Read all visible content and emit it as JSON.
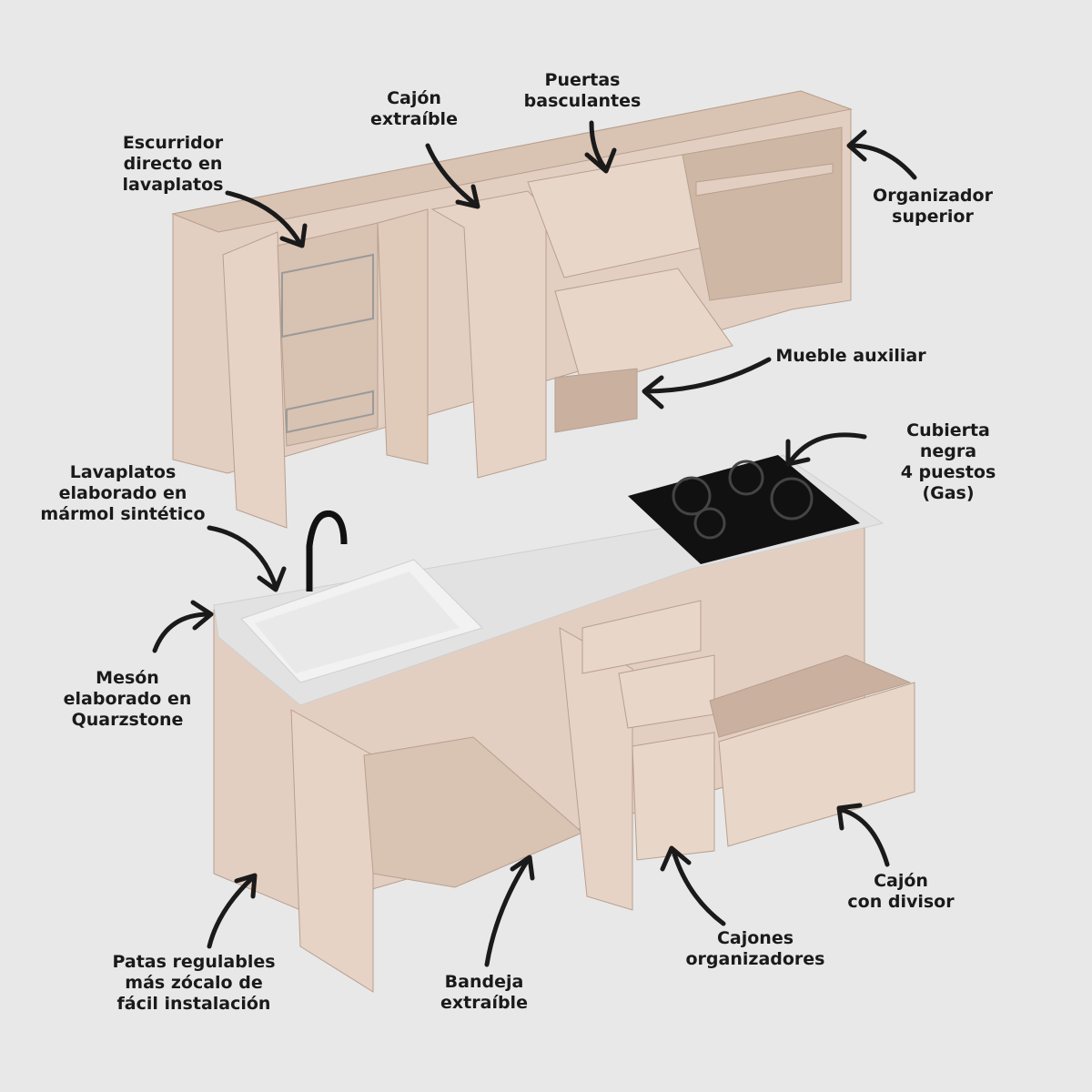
{
  "colors": {
    "background": "#e8e8e8",
    "wood": "#e3cfc1",
    "wood_dark": "#c9b09f",
    "countertop": "#e2e2e2",
    "cooktop": "#111111",
    "text": "#1a1a1a"
  },
  "labels": {
    "escurridor": "Escurridor\ndirecto en\nlavaplatos",
    "cajon_extraible": "Cajón\nextraíble",
    "puertas": "Puertas\nbasculantes",
    "organizador": "Organizador\nsuperior",
    "mueble_auxiliar": "Mueble auxiliar",
    "cubierta": "Cubierta negra\n4 puestos (Gas)",
    "lavaplatos": "Lavaplatos\nelaborado en\nmármol sintético",
    "meson": "Mesón\nelaborado en\nQuarzstone",
    "cajon_divisor": "Cajón\ncon divisor",
    "cajones_org": "Cajones\norganizadores",
    "bandeja": "Bandeja\nextraíble",
    "patas": "Patas regulables\nmás zócalo de\nfácil instalación"
  }
}
